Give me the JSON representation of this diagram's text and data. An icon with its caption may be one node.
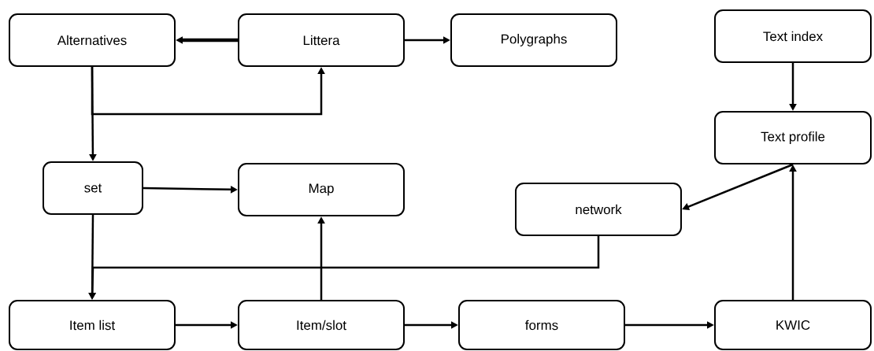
{
  "diagram": {
    "nodes": [
      {
        "text": [
          "Alternatives"
        ]
      },
      {
        "text": [
          "Littera"
        ]
      },
      {
        "text": [
          "Polygraphs"
        ]
      },
      {
        "text": [
          "Text index"
        ]
      },
      {
        "text": [
          "Text profile"
        ]
      },
      {
        "text": [
          "set"
        ]
      },
      {
        "text": [
          "Map"
        ]
      },
      {
        "text": [
          "network"
        ]
      },
      {
        "text": [
          "Item list"
        ]
      },
      {
        "text": [
          "Item/slot"
        ]
      },
      {
        "text": [
          "forms"
        ]
      },
      {
        "text": [
          "KWIC"
        ]
      }
    ],
    "edges": [
      {
        "from": 1,
        "to": 0,
        "arrow": "to",
        "style": "thick"
      },
      {
        "from": 1,
        "to": 2,
        "arrow": "to"
      },
      {
        "from": 0,
        "to": 5,
        "arrow": "to"
      },
      {
        "from": 0,
        "to": 1,
        "arrow": "to"
      },
      {
        "from": 3,
        "to": 4,
        "arrow": "to"
      },
      {
        "from": 4,
        "to": 7,
        "arrow": "to"
      },
      {
        "from": 11,
        "to": 4,
        "arrow": "to"
      },
      {
        "from": 5,
        "to": 6,
        "arrow": "to"
      },
      {
        "from": 5,
        "to": 8,
        "arrow": "to"
      },
      {
        "from": 7,
        "to": 8,
        "arrow": "to"
      },
      {
        "from": 9,
        "to": 6,
        "arrow": "to"
      },
      {
        "from": 8,
        "to": 9,
        "arrow": "to"
      },
      {
        "from": 9,
        "to": 10,
        "arrow": "to"
      },
      {
        "from": 10,
        "to": 11,
        "arrow": "to"
      }
    ]
  }
}
